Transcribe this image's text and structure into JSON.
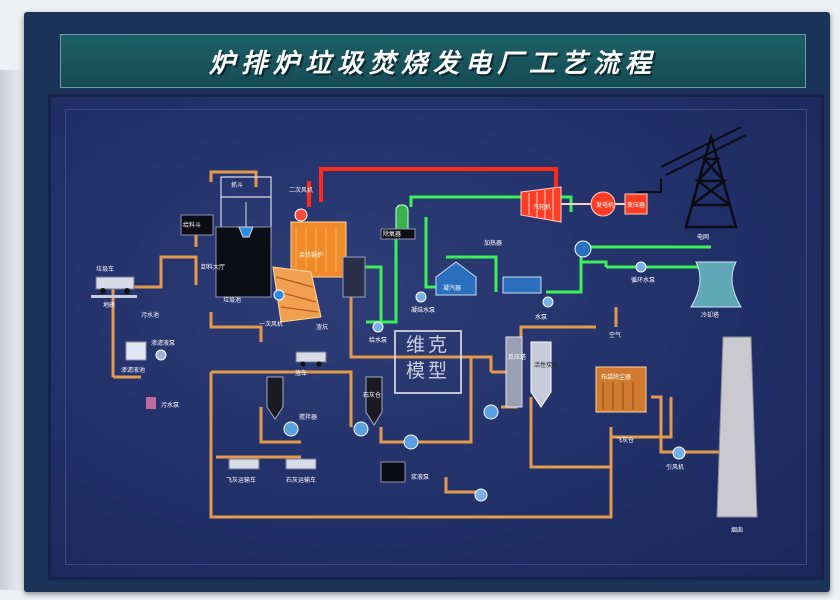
{
  "panel": {
    "title": "炉排炉垃圾焚烧发电厂工艺流程"
  },
  "watermark": {
    "line1": "维克",
    "line2": "模型"
  },
  "colors": {
    "frame": "#1c3358",
    "board": "#22306a",
    "pipe_orange": "#e39a4c",
    "pipe_red": "#ff2a1a",
    "pipe_green": "#3cf05a",
    "furnace": "#f08a2a"
  },
  "labels": {
    "garbage_truck": "垃圾车",
    "weigh": "地磅",
    "unloading_hall": "卸料大厅",
    "garbage_pit": "垃圾池",
    "grab": "抓斗",
    "leachate_tank": "渗滤液池",
    "leachate_pump": "渗滤液泵",
    "feed_hopper": "给料斗",
    "primary_fan": "一次风机",
    "secondary_fan": "二次风机",
    "boiler": "余热锅炉",
    "slag_car": "渣车",
    "slag_pit": "渣坑",
    "turbine": "汽轮机",
    "generator": "发电机",
    "transformer": "变压器",
    "grid": "电网",
    "deaerator": "除氧器",
    "condenser": "凝汽器",
    "cooling_tower": "冷却塔",
    "circ_pump": "循环水泵",
    "feed_pump": "给水泵",
    "condensate_pump": "凝结水泵",
    "heater": "加热器",
    "lime_silo": "石灰仓",
    "carbon_silo": "活性炭仓",
    "flyash_silo": "飞灰仓",
    "reactor": "反应塔",
    "bag_filter": "布袋除尘器",
    "id_fan": "引风机",
    "chimney": "烟囱",
    "flyash_car": "飞灰运输车",
    "air": "空气",
    "water_pump": "水泵",
    "sewage_tank": "污水池",
    "sewage_pump": "污水泵",
    "mixer": "搅拌器",
    "lime_car": "石灰运输车",
    "slurry_pump": "浆液泵"
  }
}
